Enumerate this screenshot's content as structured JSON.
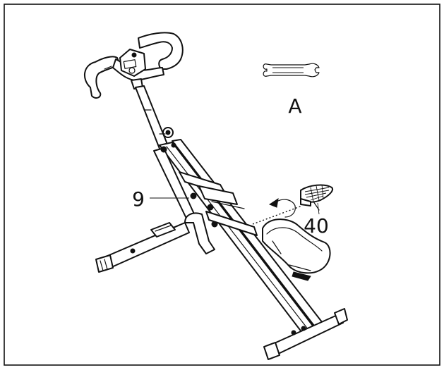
{
  "labels": {
    "tool": "A",
    "part_frame": "9",
    "part_pedal": "40"
  },
  "icons": {
    "tool": "wrench-icon",
    "rotate": "rotate-arrow-icon"
  },
  "colors": {
    "line": "#111111",
    "background": "#ffffff"
  }
}
